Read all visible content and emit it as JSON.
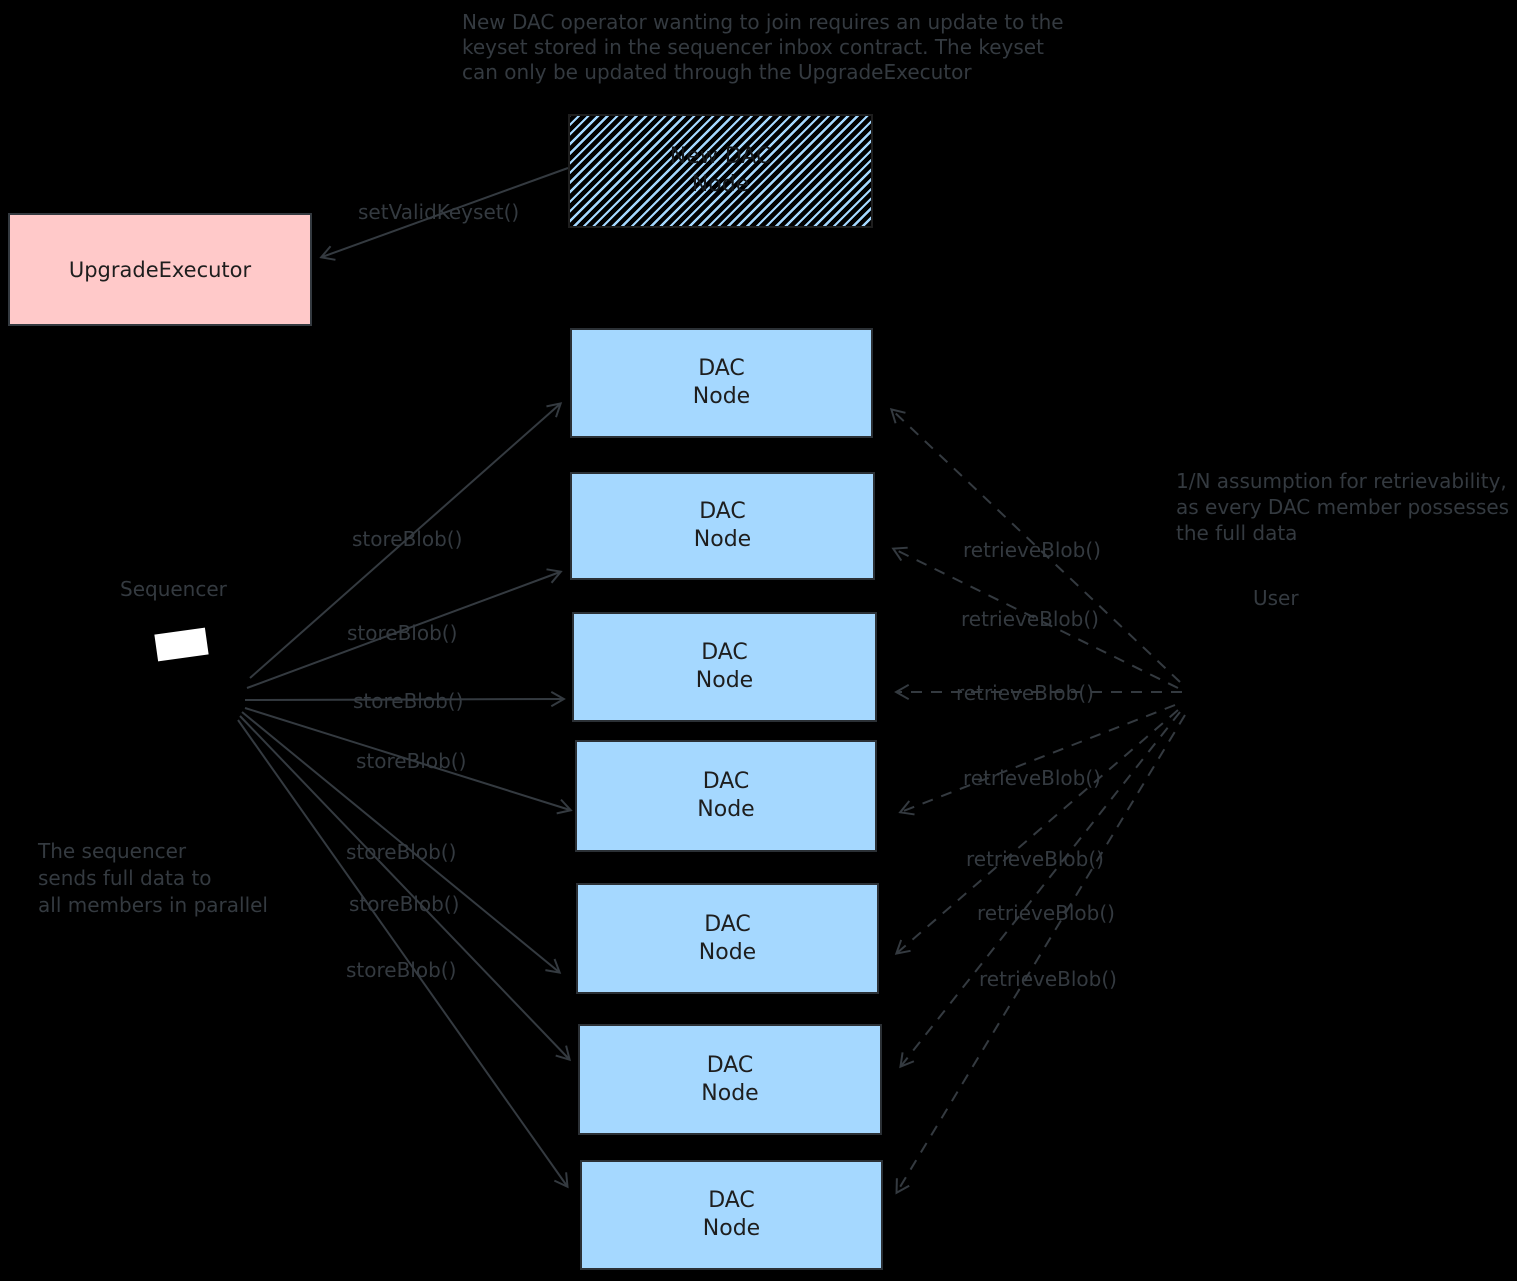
{
  "diagram": {
    "background": "#000000",
    "annotations": {
      "top": [
        "New DAC operator wanting to join requires an update to the",
        "keyset stored in the sequencer inbox contract. The keyset",
        "can only be updated through the UpgradeExecutor"
      ],
      "right": [
        "1/N assumption for retrievability,",
        "as every DAC member possesses",
        "the full data"
      ],
      "left": [
        "The sequencer",
        "sends full data to",
        "all members in parallel"
      ]
    },
    "actors": {
      "sequencer": "Sequencer",
      "user": "User"
    },
    "nodes": {
      "upgrade_executor": {
        "label": "UpgradeExecutor",
        "fill": "#ffc9c9"
      },
      "new_dac_node": {
        "line1": "New DAC",
        "line2": "Node",
        "fill_style": "hachure",
        "hatch_color": "#a5d8ff"
      },
      "dac_node": {
        "line1": "DAC",
        "line2": "Node",
        "fill": "#a5d8ff",
        "count": 7
      }
    },
    "edges": {
      "set_valid_keyset": "setValidKeyset()",
      "store_blob": "storeBlob()",
      "store_blob_count": 7,
      "retrieve_blob": "retrieveBlob()",
      "retrieve_blob_count": 7
    },
    "colors": {
      "arrow": "#343a40",
      "node_text": "#1e1e1e",
      "annotation_text": "#343a40",
      "sequencer_screen": "#ffffff"
    }
  }
}
